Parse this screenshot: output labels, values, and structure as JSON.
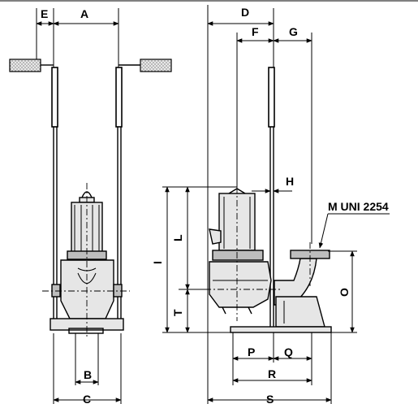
{
  "labels": {
    "A": "A",
    "B": "B",
    "C": "C",
    "D": "D",
    "E": "E",
    "F": "F",
    "G": "G",
    "H": "H",
    "I": "I",
    "L": "L",
    "O": "O",
    "P": "P",
    "Q": "Q",
    "R": "R",
    "S": "S",
    "T": "T",
    "flange_note": "M UNI 2254"
  },
  "icons": {
    "front_view": "pump-front-view",
    "side_view": "pump-side-view",
    "arrow": "dimension-arrow"
  }
}
